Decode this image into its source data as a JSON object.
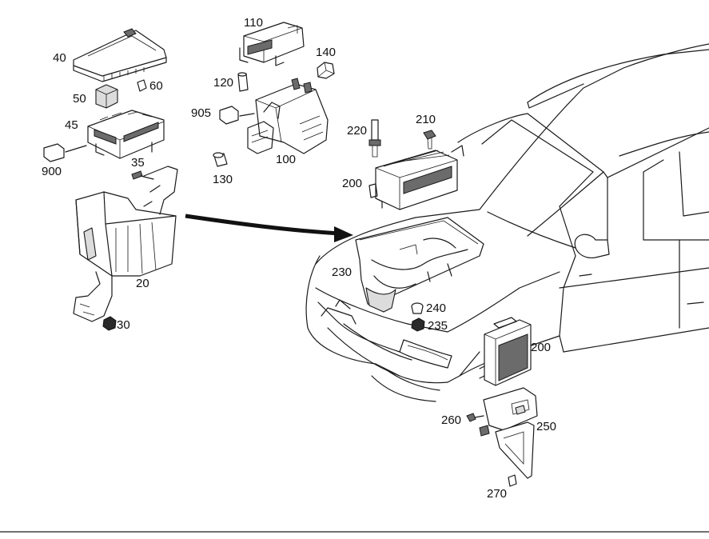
{
  "callouts": {
    "c40": "40",
    "c50": "50",
    "c60": "60",
    "c45": "45",
    "c900": "900",
    "c35": "35",
    "c20": "20",
    "c30": "30",
    "c110": "110",
    "c140": "140",
    "c120": "120",
    "c905": "905",
    "c100": "100",
    "c130": "130",
    "c220": "220",
    "c210": "210",
    "c200a": "200",
    "c230": "230",
    "c240": "240",
    "c235": "235",
    "c200b": "200",
    "c260": "260",
    "c250": "250",
    "c270": "270"
  }
}
